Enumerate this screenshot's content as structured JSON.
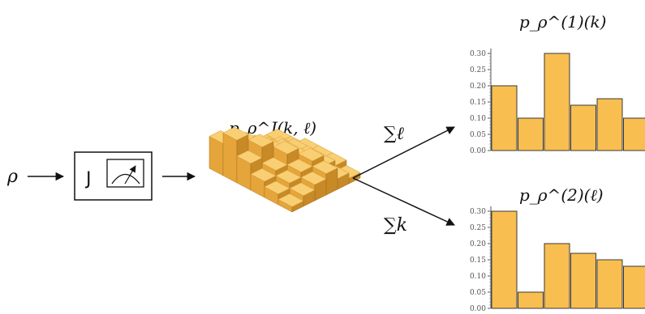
{
  "labels": {
    "input_state": "ρ",
    "measurement_symbol": "J",
    "joint_dist_label": "p_ρ^J(k, ℓ)",
    "sum_over_l": "∑ℓ",
    "sum_over_k": "∑k",
    "marginal_1": "p_ρ^(1)(k)",
    "marginal_2": "p_ρ^(2)(ℓ)"
  },
  "colors": {
    "bar_fill": "#F8BE50",
    "bar_stroke": "#3a3a3a",
    "block_top": "#F9CF73",
    "block_front": "#E5A53A",
    "block_side": "#C78A26",
    "ink": "#111111"
  },
  "chart_data": [
    {
      "type": "bar",
      "title": "p_ρ^(1)(k)",
      "xlabel": "",
      "ylabel": "",
      "yticks": [
        "0.00",
        "0.05",
        "0.10",
        "0.15",
        "0.20",
        "0.25",
        "0.30"
      ],
      "ylim": [
        0,
        0.31
      ],
      "values": [
        0.2,
        0.1,
        0.3,
        0.14,
        0.16,
        0.1
      ]
    },
    {
      "type": "bar",
      "title": "p_ρ^(2)(ℓ)",
      "xlabel": "",
      "ylabel": "",
      "yticks": [
        "0.00",
        "0.05",
        "0.10",
        "0.15",
        "0.20",
        "0.25",
        "0.30"
      ],
      "ylim": [
        0,
        0.31
      ],
      "values": [
        0.3,
        0.05,
        0.2,
        0.17,
        0.15,
        0.13
      ]
    }
  ]
}
